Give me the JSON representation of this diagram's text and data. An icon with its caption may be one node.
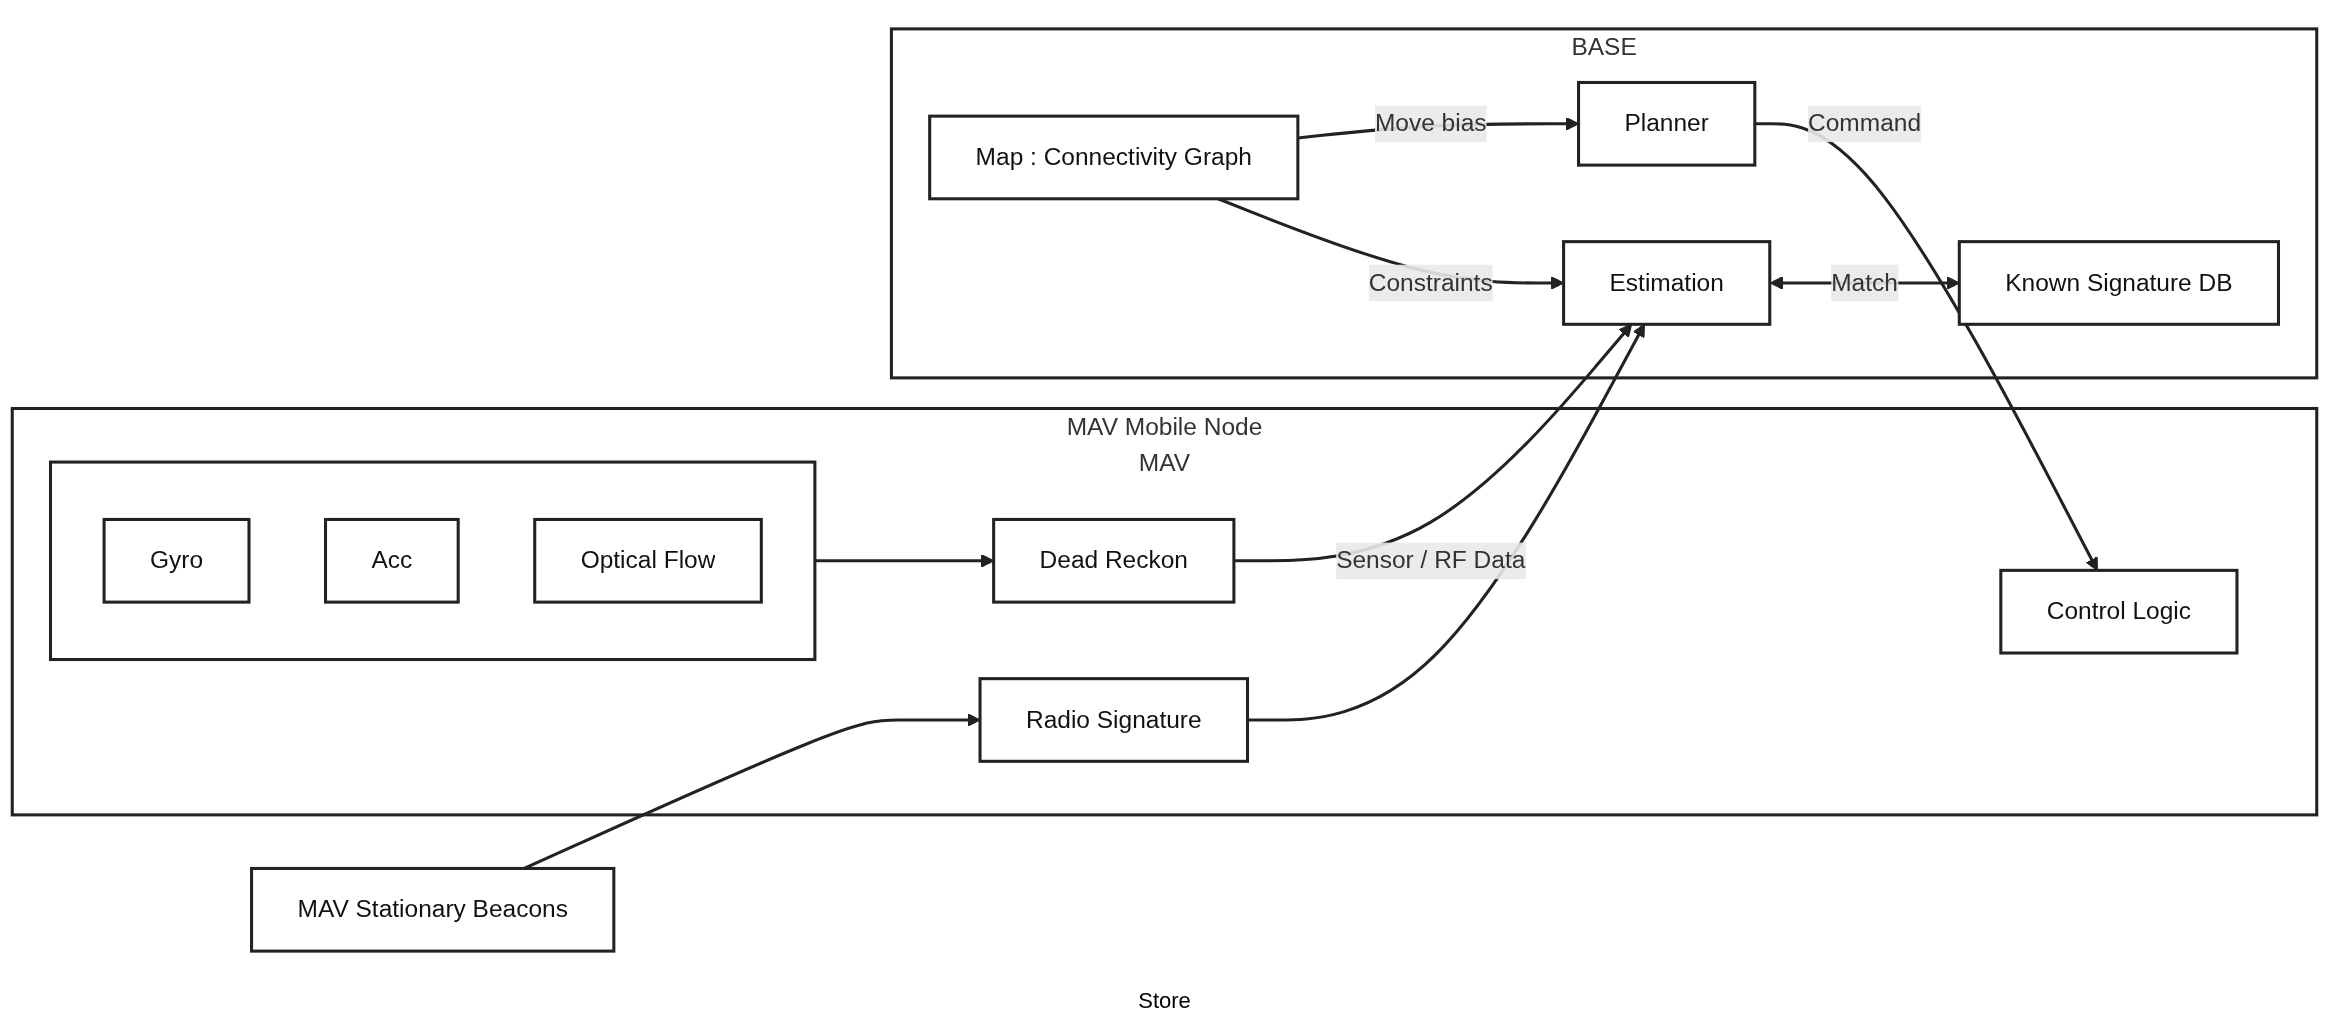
{
  "diagram": {
    "nodes": [
      {
        "text": [
          "MAV Mobile Node",
          "MAV"
        ]
      },
      {
        "text": [
          "Control Logic"
        ],
        "in": 0
      },
      {
        "text": [],
        "shape": "box",
        "in": 0
      },
      {
        "text": [
          "Gyro"
        ],
        "in": 2
      },
      {
        "text": [
          "Acc"
        ],
        "in": 2
      },
      {
        "text": [
          "Optical Flow"
        ],
        "in": 2
      },
      {
        "text": [
          "Dead Reckon"
        ],
        "in": 0
      },
      {
        "text": [
          "Radio Signature"
        ],
        "in": 0
      },
      {
        "text": [
          "MAV Stationary Beacons"
        ]
      },
      {
        "text": [
          "BASE"
        ]
      },
      {
        "text": [
          "Planner"
        ],
        "in": 9
      },
      {
        "text": [
          "Estimation"
        ],
        "in": 9
      },
      {
        "text": [
          "Known Signature DB"
        ],
        "in": 9
      },
      {
        "text": [
          "Map : Connectivity Graph"
        ],
        "in": 9
      }
    ],
    "edges": [
      {
        "from": 10,
        "to": 1,
        "arrow": "to",
        "label": "Command"
      },
      {
        "from": 2,
        "to": 6,
        "arrow": "to"
      },
      {
        "from": 6,
        "to": 11,
        "arrow": "to",
        "label": "Sensor / RF Data"
      },
      {
        "from": 7,
        "to": 11,
        "arrow": "to"
      },
      {
        "from": 8,
        "to": 7,
        "arrow": "to"
      },
      {
        "from": 11,
        "to": 12,
        "arrow": "both",
        "label": "Match"
      },
      {
        "from": 13,
        "to": 10,
        "arrow": "to",
        "label": "Move bias"
      },
      {
        "from": 13,
        "to": 11,
        "arrow": "to",
        "label": "Constraints"
      }
    ],
    "labels": [
      "Store"
    ]
  }
}
